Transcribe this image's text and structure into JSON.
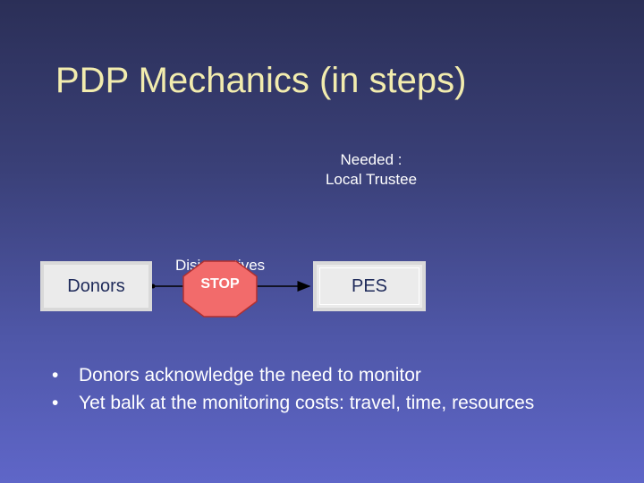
{
  "slide": {
    "title": "PDP Mechanics (in steps)",
    "needed_line1": "Needed :",
    "needed_line2": "Local Trustee"
  },
  "diagram": {
    "source_node": "Donors",
    "target_node": "PES",
    "edge_label": "Disincentives",
    "stop_sign_label": "STOP",
    "colors": {
      "stop_sign": "#f26b6b",
      "node_fill": "#ebebeb",
      "title": "#f2ecae"
    }
  },
  "bullets": [
    "Donors acknowledge the need to monitor",
    "Yet balk at the monitoring costs: travel, time, resources"
  ]
}
